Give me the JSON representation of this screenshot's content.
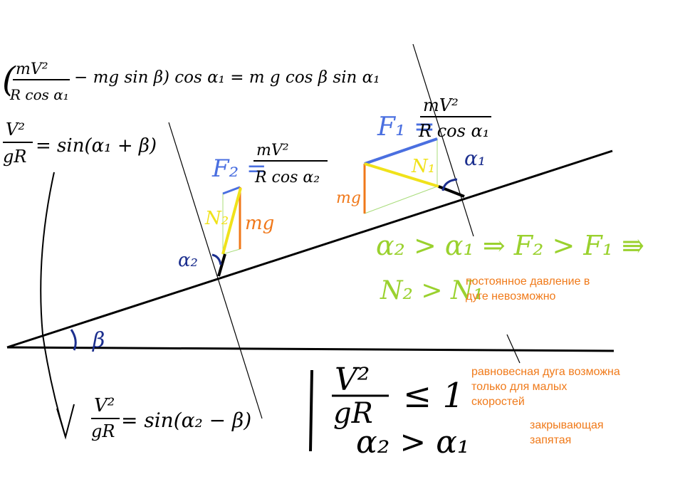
{
  "colors": {
    "ink": "#000000",
    "navy": "#1c2f8e",
    "blue": "#4a6fe0",
    "yellow": "#f0e21a",
    "orange": "#f0781a",
    "green": "#9ad12e",
    "light_green": "#a8dc7a"
  },
  "equations": {
    "eq1_open": "(",
    "eq1_num": "mV²",
    "eq1_den": "R cos α₁",
    "eq1_rest": "− mg sin β) cos α₁ = m g cos β sin α₁",
    "eq2_num": "V²",
    "eq2_den": "gR",
    "eq2_rest": "= sin(α₁ + β)",
    "eq3_num": "V²",
    "eq3_den": "gR",
    "eq3_rest": "= sin(α₂ − β)"
  },
  "labels": {
    "f2_lhs": "F₂ =",
    "f2_num": "mV²",
    "f2_den": "R cos α₂",
    "f1_lhs": "F₁ =",
    "f1_num": "mV²",
    "f1_den": "R cos α₁",
    "n2": "N₂",
    "mg_left": "mg",
    "alpha2": "α₂",
    "n1": "N₁",
    "mg_right": "mg",
    "alpha1": "α₁",
    "beta": "β"
  },
  "conclusions": {
    "line1": "α₂ > α₁ ⇒ F₂ > F₁ ⇛",
    "line2": "N₂ > N₁"
  },
  "boxed": {
    "frac_num": "V²",
    "frac_den": "gR",
    "ineq_sign": "≤ 1",
    "angles": "α₂ > α₁"
  },
  "notes": {
    "note1": "постоянное давление в\nдуге невозможно",
    "note2": "равновесная дуга возможна\nтолько для малых\nскоростей",
    "note3": "закрывающая\nзапятая"
  }
}
